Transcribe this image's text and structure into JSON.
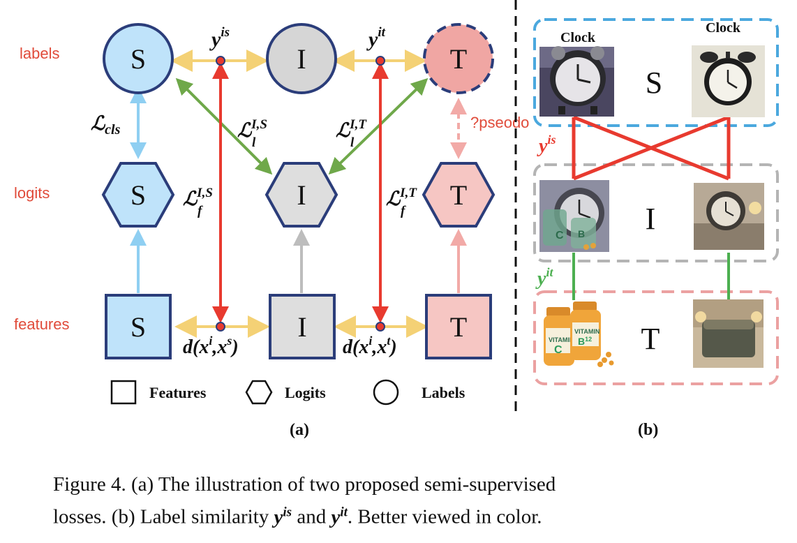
{
  "row_labels": {
    "labels": "labels",
    "logits": "logits",
    "features": "features"
  },
  "node_letters": {
    "s": "S",
    "i": "I",
    "t": "T"
  },
  "edge_labels": {
    "yis": "y",
    "yis_sup": "is",
    "yit": "y",
    "yit_sup": "it",
    "lcls": "ℒ",
    "lcls_sub": "cls",
    "lls": "ℒ",
    "lls_sup": "I,S",
    "lls_sub": "l",
    "llt": "ℒ",
    "llt_sup": "I,T",
    "llt_sub": "l",
    "lfs": "ℒ",
    "lfs_sup": "I,S",
    "lfs_sub": "f",
    "lft": "ℒ",
    "lft_sup": "I,T",
    "lft_sub": "f",
    "pseudo": "?pseodo",
    "dis": "d(x",
    "dis_sup1": "i",
    "dis_mid": ",x",
    "dis_sup2": "s",
    "dis_end": ")",
    "dit": "d(x",
    "dit_sup1": "i",
    "dit_mid": ",x",
    "dit_sup2": "t",
    "dit_end": ")"
  },
  "legend": {
    "features": "Features",
    "logits": "Logits",
    "labels": "Labels"
  },
  "panel_labels": {
    "a": "(a)",
    "b": "(b)"
  },
  "panel_b": {
    "clock_left": "Clock",
    "clock_right": "Clock",
    "yis": "y",
    "yis_sup": "is",
    "yit": "y",
    "yit_sup": "it",
    "vitamin_c": "C",
    "vitamin_b": "B",
    "vitamin_b_sub": "12",
    "vitamin_text": "VITAMIN"
  },
  "caption": {
    "line1": "Figure 4.  (a) The illustration of two proposed semi-supervised",
    "line2_a": "losses. (b) Label similarity ",
    "line2_m1": "y",
    "line2_m1_sup": "is",
    "line2_b": " and ",
    "line2_m2": "y",
    "line2_m2_sup": "it",
    "line2_c": ". Better viewed in color."
  },
  "colors": {
    "node_stroke": "#2b3d7a",
    "s_fill": "#bfe3fa",
    "i_fill_circle": "#d6d6d6",
    "i_fill": "#dedede",
    "t_fill_circle": "#f0a6a3",
    "t_fill": "#f6c6c3",
    "arrow_yellow": "#f4d175",
    "arrow_green": "#6fa84a",
    "arrow_red": "#e83a2f",
    "arrow_blue": "#8fcff2",
    "arrow_gray": "#bdbdbd",
    "arrow_pink": "#f2aaa7",
    "row_label_red": "#e04b3a",
    "box_blue": "#4ba8de",
    "box_gray": "#b4b4b4",
    "box_pink": "#eba1a1",
    "line_green": "#4caf50"
  }
}
